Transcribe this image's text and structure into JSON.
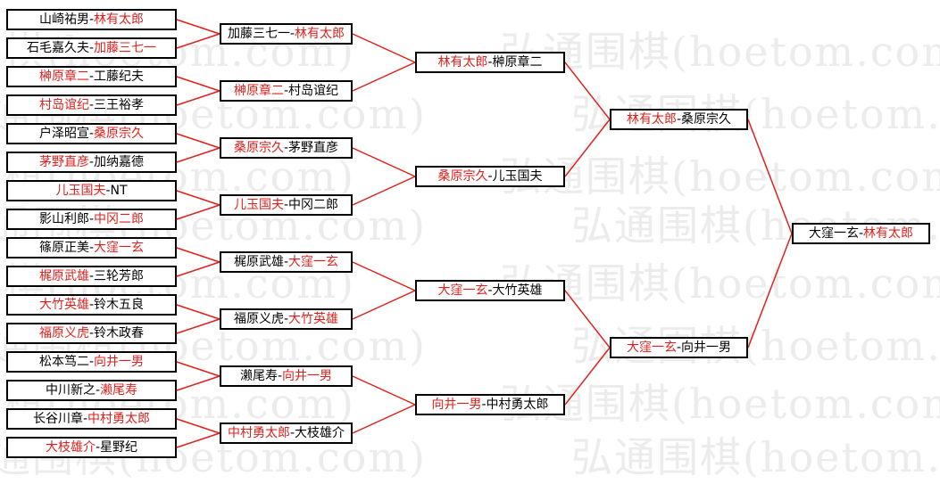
{
  "watermark": "弘通围棋(hoetom.com)",
  "colors": {
    "winner": "#e0201c",
    "loser": "#000000",
    "line": "#e0201c",
    "border": "#000000"
  },
  "rounds": [
    [
      {
        "a": "山崎祐男",
        "b": "林有太郎",
        "w": "b"
      },
      {
        "a": "石毛嘉久夫",
        "b": "加藤三七一",
        "w": "b"
      },
      {
        "a": "榊原章二",
        "b": "工藤纪夫",
        "w": "a"
      },
      {
        "a": "村岛谊纪",
        "b": "三王裕孝",
        "w": "a"
      },
      {
        "a": "户泽昭宣",
        "b": "桑原宗久",
        "w": "b"
      },
      {
        "a": "茅野直彦",
        "b": "加纳嘉德",
        "w": "a"
      },
      {
        "a": "儿玉国夫",
        "b": "NT",
        "w": "a"
      },
      {
        "a": "影山利郎",
        "b": "中冈二郎",
        "w": "b"
      },
      {
        "a": "篠原正美",
        "b": "大窪一玄",
        "w": "b"
      },
      {
        "a": "梶原武雄",
        "b": "三轮芳郎",
        "w": "a"
      },
      {
        "a": "大竹英雄",
        "b": "铃木五良",
        "w": "a"
      },
      {
        "a": "福原义虎",
        "b": "铃木政春",
        "w": "a"
      },
      {
        "a": "松本笃二",
        "b": "向井一男",
        "w": "b"
      },
      {
        "a": "中川新之",
        "b": "濑尾寿",
        "w": "b"
      },
      {
        "a": "长谷川章",
        "b": "中村勇太郎",
        "w": "b"
      },
      {
        "a": "大枝雄介",
        "b": "星野纪",
        "w": "a"
      }
    ],
    [
      {
        "a": "加藤三七一",
        "b": "林有太郎",
        "w": "b"
      },
      {
        "a": "榊原章二",
        "b": "村岛谊纪",
        "w": "a"
      },
      {
        "a": "桑原宗久",
        "b": "茅野直彦",
        "w": "a"
      },
      {
        "a": "儿玉国夫",
        "b": "中冈二郎",
        "w": "a"
      },
      {
        "a": "梶原武雄",
        "b": "大窪一玄",
        "w": "b"
      },
      {
        "a": "福原义虎",
        "b": "大竹英雄",
        "w": "b"
      },
      {
        "a": "濑尾寿",
        "b": "向井一男",
        "w": "b"
      },
      {
        "a": "中村勇太郎",
        "b": "大枝雄介",
        "w": "a"
      }
    ],
    [
      {
        "a": "林有太郎",
        "b": "榊原章二",
        "w": "a"
      },
      {
        "a": "桑原宗久",
        "b": "儿玉国夫",
        "w": "a"
      },
      {
        "a": "大窪一玄",
        "b": "大竹英雄",
        "w": "a"
      },
      {
        "a": "向井一男",
        "b": "中村勇太郎",
        "w": "a"
      }
    ],
    [
      {
        "a": "林有太郎",
        "b": "桑原宗久",
        "w": "a"
      },
      {
        "a": "大窪一玄",
        "b": "向井一男",
        "w": "a"
      }
    ],
    [
      {
        "a": "大窪一玄",
        "b": "林有太郎",
        "w": "b"
      }
    ]
  ]
}
